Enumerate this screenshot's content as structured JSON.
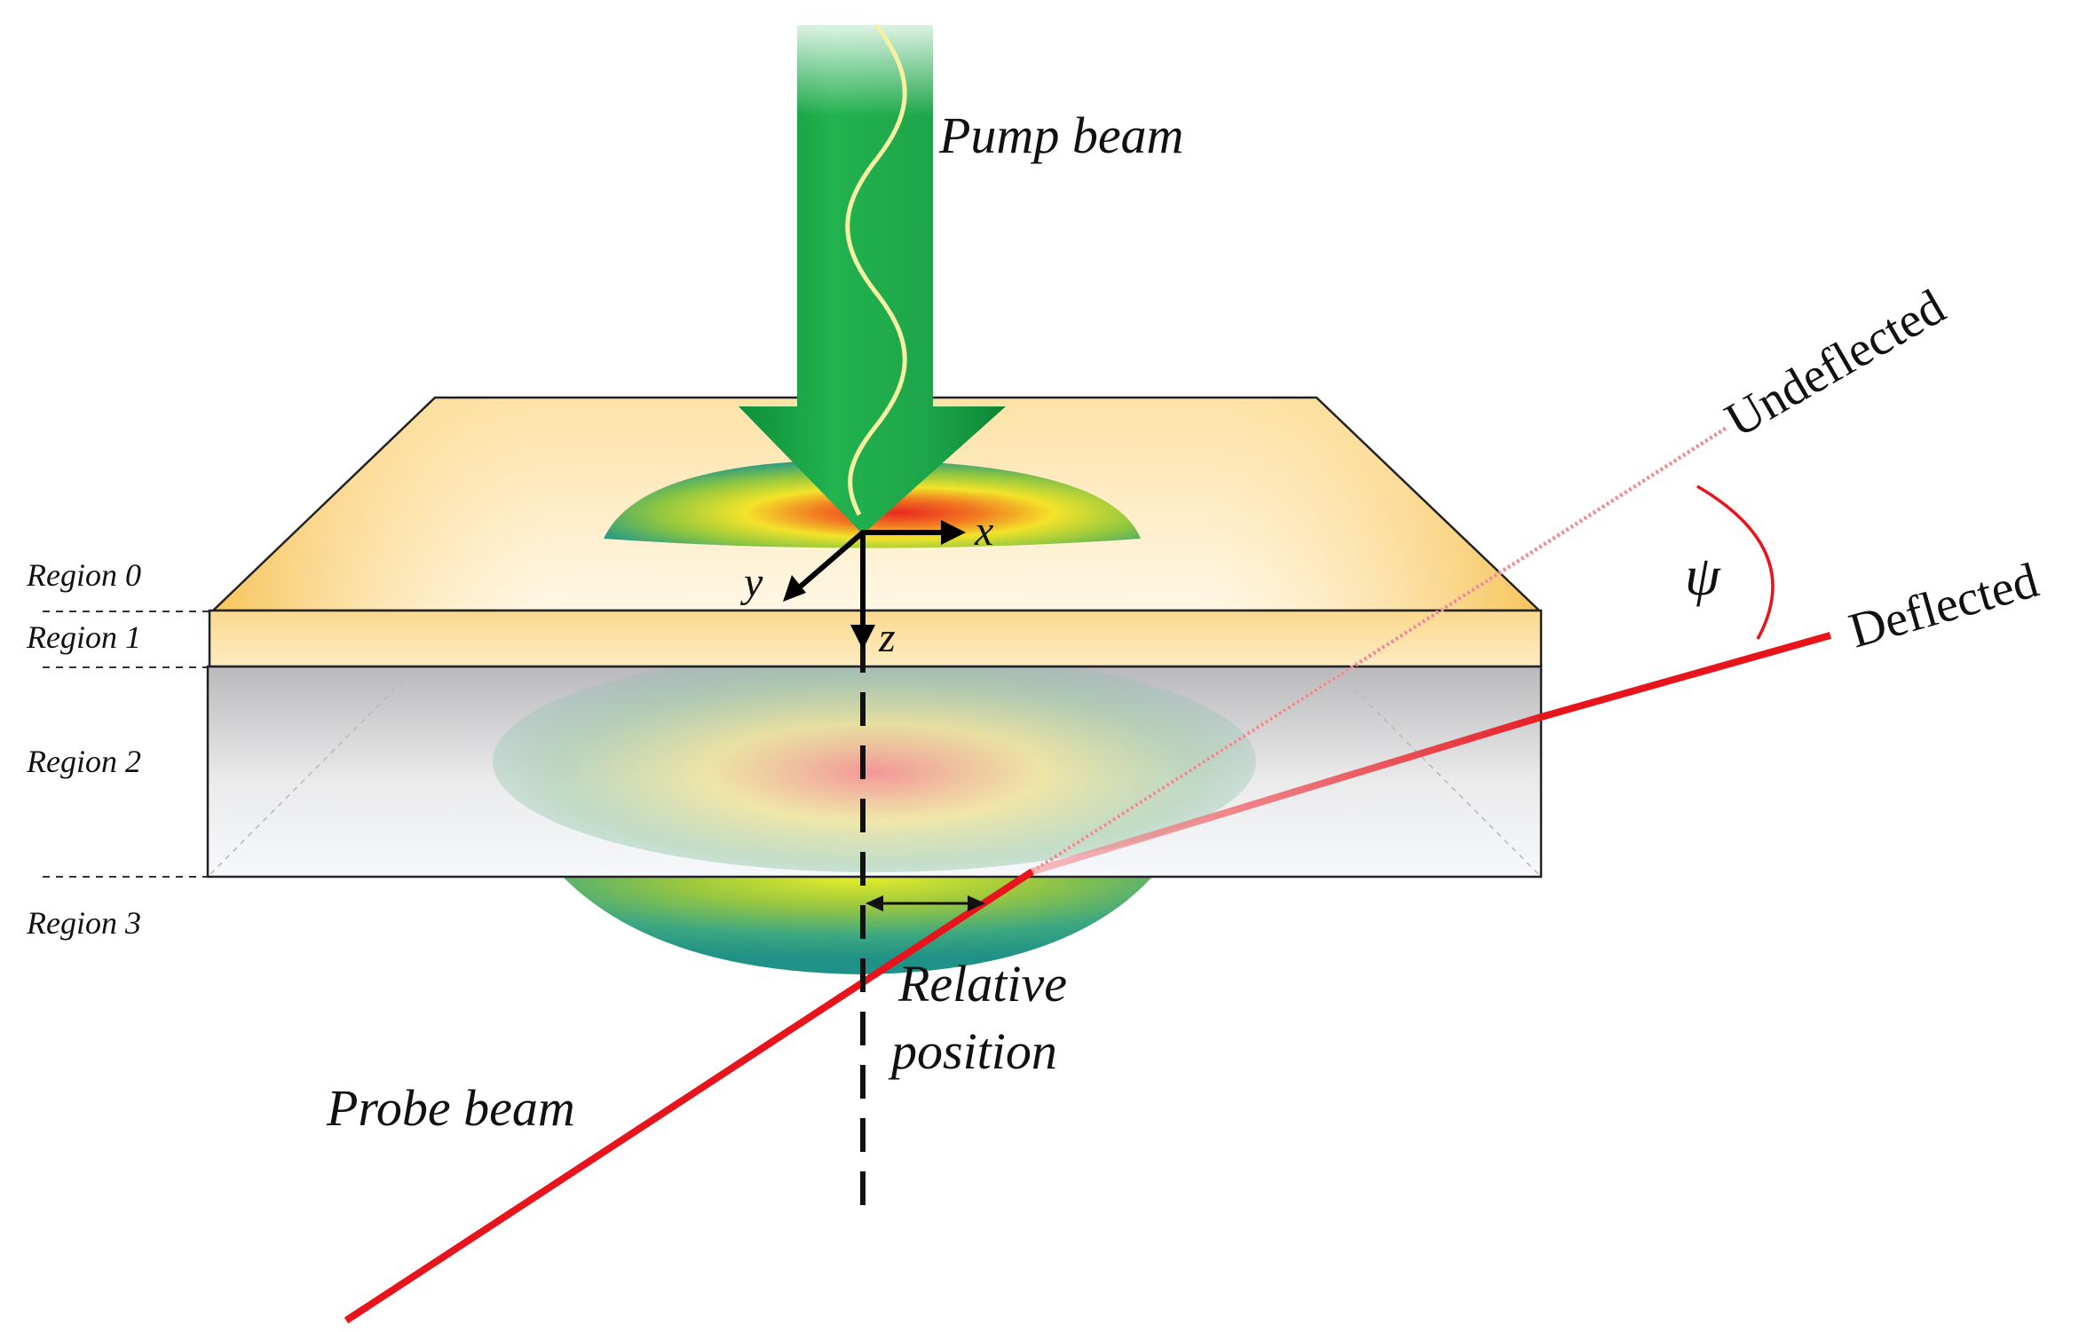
{
  "labels": {
    "pump_beam": "Pump beam",
    "probe_beam": "Probe beam",
    "undeflected": "Undeflected",
    "deflected": "Deflected",
    "psi": "ψ",
    "relative_position_line1": "Relative",
    "relative_position_line2": "position",
    "axis_x": "x",
    "axis_y": "y",
    "axis_z": "z"
  },
  "regions": [
    {
      "label": "Region 0"
    },
    {
      "label": "Region 1"
    },
    {
      "label": "Region 2"
    },
    {
      "label": "Region 3"
    }
  ],
  "colors": {
    "pump_beam": "#1fa84a",
    "probe_beam": "#e8141c",
    "top_layer": "#fde7b0",
    "substrate": "#c8c8c8",
    "heat_spot_center": "#e8281e",
    "heat_spot_edge": "#2f9e80"
  }
}
